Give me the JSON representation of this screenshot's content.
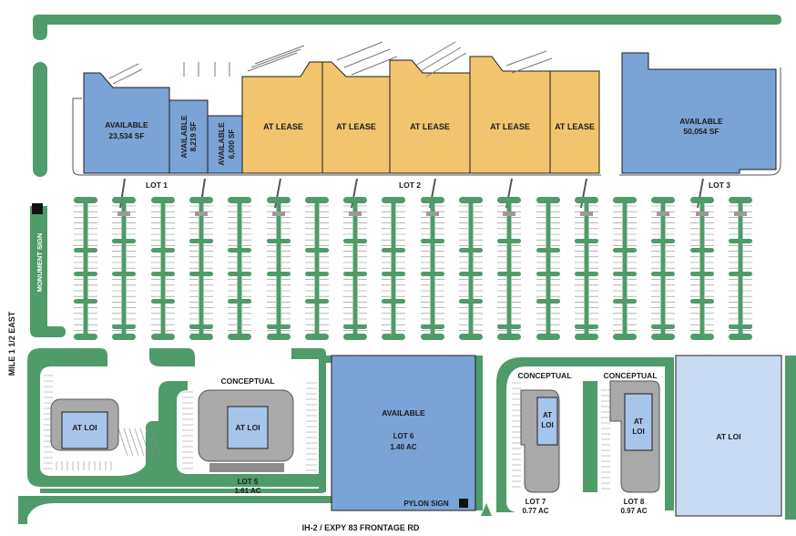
{
  "colors": {
    "landscape": "#4f9b6a",
    "available": "#7aa3d6",
    "at_lease": "#f3c46e",
    "at_loi": "#a7c4ea",
    "conceptual_pad": "#a9a9a9",
    "line": "#222222"
  },
  "buildings": {
    "b1": {
      "status": "AVAILABLE",
      "area": "23,534 SF"
    },
    "b2": {
      "status": "AVAILABLE",
      "area": "8,219 SF"
    },
    "b3": {
      "status": "AVAILABLE",
      "area": "6,000 SF"
    },
    "b4": {
      "status": "AT LEASE"
    },
    "b5": {
      "status": "AT LEASE"
    },
    "b6": {
      "status": "AT LEASE"
    },
    "b7": {
      "status": "AT LEASE"
    },
    "b8": {
      "status": "AT LEASE"
    },
    "b9": {
      "status": "AVAILABLE",
      "area": "50,054 SF"
    }
  },
  "lots": {
    "lot1": "LOT 1",
    "lot2": "LOT 2",
    "lot3": "LOT 3",
    "lot5": {
      "name": "LOT 5",
      "acres": "1.61 AC"
    },
    "lot6": {
      "status": "AVAILABLE",
      "name": "LOT 6",
      "acres": "1.40 AC"
    },
    "lot7": {
      "name": "LOT 7",
      "acres": "0.77 AC"
    },
    "lot8": {
      "name": "LOT 8",
      "acres": "0.97 AC"
    }
  },
  "pads": {
    "loi_a": "AT LOI",
    "loi_b": "AT LOI",
    "loi_c_line1": "AT",
    "loi_c_line2": "LOI",
    "loi_d_line1": "AT",
    "loi_d_line2": "LOI",
    "loi_e": "AT LOI",
    "conceptual_1": "CONCEPTUAL",
    "conceptual_2": "CONCEPTUAL",
    "conceptual_3": "CONCEPTUAL"
  },
  "signs": {
    "monument": "MONUMENT SIGN",
    "pylon": "PYLON SIGN"
  },
  "roads": {
    "east": "MILE 1 1/2 EAST",
    "south": "IH-2 / EXPY 83 FRONTAGE RD"
  }
}
